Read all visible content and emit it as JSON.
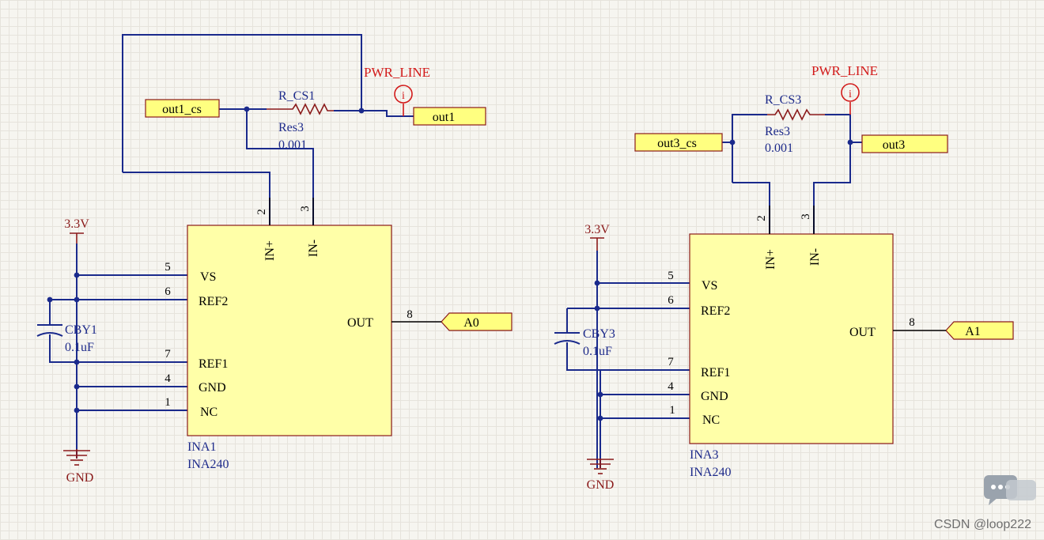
{
  "circuits": [
    {
      "net_power": "PWR_LINE",
      "resistor": {
        "ref": "R_CS1",
        "part": "Res3",
        "value": "0.001"
      },
      "ports": {
        "cs": "out1_cs",
        "out": "out1",
        "analog": "A0"
      },
      "supply": "3.3V",
      "ground": "GND",
      "capacitor": {
        "ref": "CBY1",
        "value": "0.1uF"
      },
      "ic": {
        "ref": "INA1",
        "part": "INA240"
      },
      "pins": {
        "vs": {
          "num": "5",
          "name": "VS"
        },
        "ref2": {
          "num": "6",
          "name": "REF2"
        },
        "ref1": {
          "num": "7",
          "name": "REF1"
        },
        "gnd": {
          "num": "4",
          "name": "GND"
        },
        "nc": {
          "num": "1",
          "name": "NC"
        },
        "inp": {
          "num": "2",
          "name": "IN+"
        },
        "inn": {
          "num": "3",
          "name": "IN-"
        },
        "out": {
          "num": "8",
          "name": "OUT"
        }
      }
    },
    {
      "net_power": "PWR_LINE",
      "resistor": {
        "ref": "R_CS3",
        "part": "Res3",
        "value": "0.001"
      },
      "ports": {
        "cs": "out3_cs",
        "out": "out3",
        "analog": "A1"
      },
      "supply": "3.3V",
      "ground": "GND",
      "capacitor": {
        "ref": "CBY3",
        "value": "0.1uF"
      },
      "ic": {
        "ref": "INA3",
        "part": "INA240"
      },
      "pins": {
        "vs": {
          "num": "5",
          "name": "VS"
        },
        "ref2": {
          "num": "6",
          "name": "REF2"
        },
        "ref1": {
          "num": "7",
          "name": "REF1"
        },
        "gnd": {
          "num": "4",
          "name": "GND"
        },
        "nc": {
          "num": "1",
          "name": "NC"
        },
        "inp": {
          "num": "2",
          "name": "IN+"
        },
        "inn": {
          "num": "3",
          "name": "IN-"
        },
        "out": {
          "num": "8",
          "name": "OUT"
        }
      }
    }
  ],
  "probe_symbol": "i",
  "watermark": "CSDN @loop222",
  "colors": {
    "wire": "#1a2a8c",
    "net_label": "#d21a1a",
    "component_text": "#1d2a8a",
    "power_symbol": "#8a1a1a",
    "ic_fill": "#ffffa8",
    "port_fill": "#ffff80",
    "background": "#f6f5f0"
  }
}
